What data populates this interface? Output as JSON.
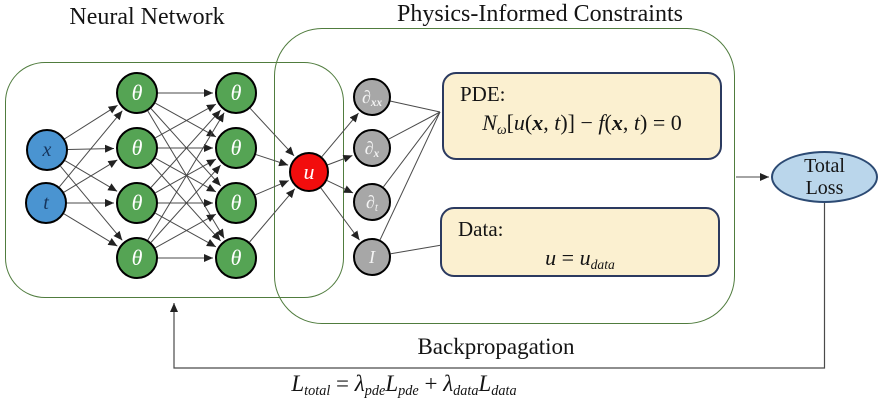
{
  "diagram": {
    "neural_network": {
      "title": "Neural Network",
      "inputs": [
        "x",
        "t"
      ],
      "hidden_layer_1": [
        "θ",
        "θ",
        "θ",
        "θ"
      ],
      "hidden_layer_2": [
        "θ",
        "θ",
        "θ",
        "θ"
      ],
      "output": "u"
    },
    "constraints": {
      "title": "Physics-Informed Constraints",
      "derivative_nodes": [
        [
          {
            "t": "∂",
            "i": true
          },
          {
            "t": "xx",
            "i": true,
            "b": true,
            "s": true
          }
        ],
        [
          {
            "t": "∂",
            "i": true
          },
          {
            "t": "x",
            "i": true,
            "b": true,
            "s": true
          }
        ],
        [
          {
            "t": "∂",
            "i": true
          },
          {
            "t": "t",
            "i": true,
            "s": true
          }
        ],
        [
          {
            "t": "I",
            "i": true
          }
        ]
      ],
      "pde_box": {
        "label": "PDE:",
        "formula": [
          {
            "t": "N",
            "i": true
          },
          {
            "t": "ω",
            "i": true,
            "s": true
          },
          {
            "t": "["
          },
          {
            "t": "u",
            "i": true
          },
          {
            "t": "("
          },
          {
            "t": "x",
            "i": true,
            "b": true
          },
          {
            "t": ", "
          },
          {
            "t": "t",
            "i": true
          },
          {
            "t": ")] − "
          },
          {
            "t": "f",
            "i": true
          },
          {
            "t": "("
          },
          {
            "t": "x",
            "i": true,
            "b": true
          },
          {
            "t": ", "
          },
          {
            "t": "t",
            "i": true
          },
          {
            "t": ") = 0"
          }
        ]
      },
      "data_box": {
        "label": "Data:",
        "formula": [
          {
            "t": "u",
            "i": true
          },
          {
            "t": " = "
          },
          {
            "t": "u",
            "i": true
          },
          {
            "t": "data",
            "i": true,
            "s": true
          }
        ]
      }
    },
    "total_loss": {
      "line1": "Total",
      "line2": "Loss"
    },
    "backpropagation_label": "Backpropagation",
    "loss_formula": [
      {
        "t": "L",
        "i": true
      },
      {
        "t": "total",
        "i": true,
        "s": true
      },
      {
        "t": " = "
      },
      {
        "t": "λ",
        "i": true
      },
      {
        "t": "pde",
        "i": true,
        "s": true
      },
      {
        "t": "L",
        "i": true
      },
      {
        "t": "pde",
        "i": true,
        "s": true
      },
      {
        "t": " + "
      },
      {
        "t": "λ",
        "i": true
      },
      {
        "t": "data",
        "i": true,
        "s": true
      },
      {
        "t": "L",
        "i": true
      },
      {
        "t": "data",
        "i": true,
        "s": true
      }
    ],
    "colors": {
      "input_node": "#4a94d1",
      "hidden_node": "#55a454",
      "output_node": "#f20d0d",
      "derivative_node": "#a7a7a7",
      "formula_box_fill": "#fbf0d0",
      "formula_box_border": "#2b3a60",
      "loss_ellipse_fill": "#bad6eb",
      "frame_border": "#507c3e",
      "edge": "#4a4a4a"
    }
  }
}
